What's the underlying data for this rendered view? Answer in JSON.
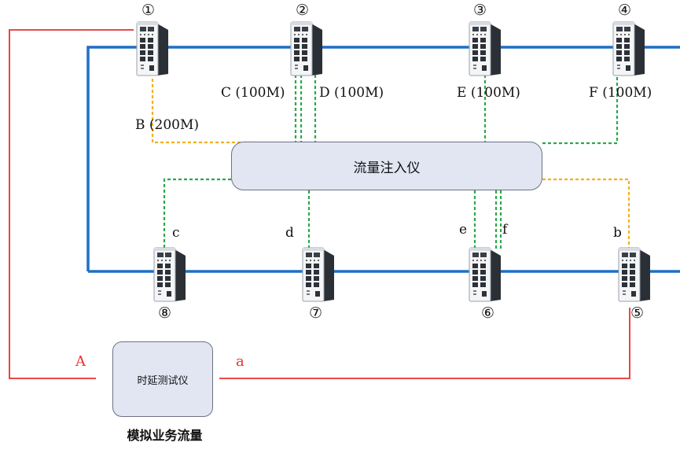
{
  "colors": {
    "ring": "#1f6fc4",
    "latency_link": "#e8312f",
    "link_200m": "#f2b01e",
    "link_100m": "#2aa84a",
    "box_fill": "#e2e6f3"
  },
  "devices": {
    "injector": "流量注入仪",
    "latency_tester": "时延测试仪",
    "traffic_label": "模拟业务流量"
  },
  "switches": [
    {
      "num": "①",
      "icon": "industrial-switch-icon"
    },
    {
      "num": "②",
      "icon": "industrial-switch-icon"
    },
    {
      "num": "③",
      "icon": "industrial-switch-icon"
    },
    {
      "num": "④",
      "icon": "industrial-switch-icon"
    },
    {
      "num": "⑤",
      "icon": "industrial-switch-icon"
    },
    {
      "num": "⑥",
      "icon": "industrial-switch-icon"
    },
    {
      "num": "⑦",
      "icon": "industrial-switch-icon"
    },
    {
      "num": "⑧",
      "icon": "industrial-switch-icon"
    }
  ],
  "links": {
    "B": "B  (200M)",
    "C": "C (100M)",
    "D": "D (100M)",
    "E": "E (100M)",
    "F": "F (100M)",
    "b": "b",
    "c": "c",
    "d": "d",
    "e": "e",
    "f": "f",
    "A": "A",
    "a": "a"
  }
}
